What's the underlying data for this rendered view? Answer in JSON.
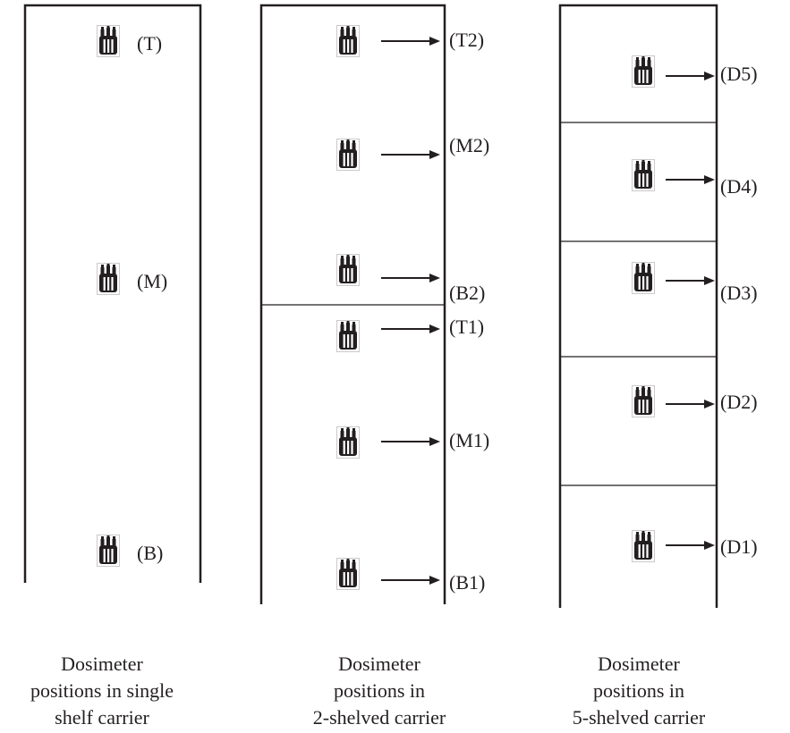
{
  "figure": {
    "carriers": [
      {
        "caption": [
          "Dosimeter",
          "positions in single",
          "shelf carrier"
        ],
        "positions": [
          {
            "label": "(T)",
            "arrow": false
          },
          {
            "label": "(M)",
            "arrow": false
          },
          {
            "label": "(B)",
            "arrow": false
          }
        ]
      },
      {
        "caption": [
          "Dosimeter",
          "positions in",
          "2-shelved carrier"
        ],
        "positions": [
          {
            "label": "(T2)",
            "arrow": true
          },
          {
            "label": "(M2)",
            "arrow": true
          },
          {
            "label": "(B2)",
            "arrow": true
          },
          {
            "label": "(T1)",
            "arrow": true
          },
          {
            "label": "(M1)",
            "arrow": true
          },
          {
            "label": "(B1)",
            "arrow": true
          }
        ]
      },
      {
        "caption": [
          "Dosimeter",
          "positions in",
          "5-shelved carrier"
        ],
        "positions": [
          {
            "label": "(D5)",
            "arrow": true
          },
          {
            "label": "(D4)",
            "arrow": true
          },
          {
            "label": "(D3)",
            "arrow": true
          },
          {
            "label": "(D2)",
            "arrow": true
          },
          {
            "label": "(D1)",
            "arrow": true
          }
        ]
      }
    ],
    "icon": "dosimeter-vials-icon"
  }
}
